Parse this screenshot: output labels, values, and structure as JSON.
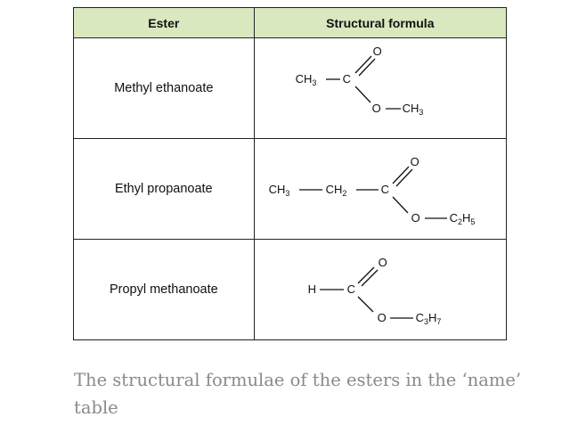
{
  "table": {
    "headers": {
      "ester": "Ester",
      "structural_formula": "Structural formula"
    },
    "rows": [
      {
        "name": "Methyl ethanoate",
        "formula": {
          "left_group": "CH",
          "left_group_sub": "3",
          "carbonyl_carbon": "C",
          "double_bond_oxygen": "O",
          "ester_oxygen": "O",
          "right_group": "CH",
          "right_group_sub": "3"
        }
      },
      {
        "name": "Ethyl propanoate",
        "formula": {
          "left_group_1": "CH",
          "left_group_1_sub": "3",
          "left_group_2": "CH",
          "left_group_2_sub": "2",
          "carbonyl_carbon": "C",
          "double_bond_oxygen": "O",
          "ester_oxygen": "O",
          "right_group": "C",
          "right_group_sub_1": "2",
          "right_group_mid": "H",
          "right_group_sub_2": "5"
        }
      },
      {
        "name": "Propyl methanoate",
        "formula": {
          "left_group": "H",
          "carbonyl_carbon": "C",
          "double_bond_oxygen": "O",
          "ester_oxygen": "O",
          "right_group": "C",
          "right_group_sub_1": "3",
          "right_group_mid": "H",
          "right_group_sub_2": "7"
        }
      }
    ]
  },
  "caption": "The structural formulae of the esters in the ‘name’ table",
  "colors": {
    "header_background": "#d9e8bf",
    "caption_text": "#8a8a8a",
    "border": "#222222"
  }
}
